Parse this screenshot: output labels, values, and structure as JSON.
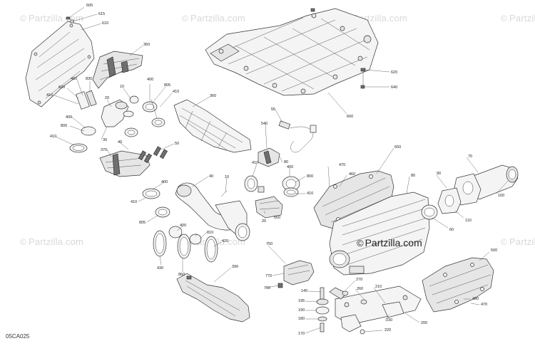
{
  "watermark": "Partzilla.com",
  "watermark_center": "Partzilla.com",
  "diagram_code": "05CA025",
  "callouts": {
    "c605": "605",
    "c615": "615",
    "c610": "610",
    "c360a": "360",
    "c400a": "400",
    "c830": "830",
    "c820": "820",
    "c410a": "410",
    "c400b": "400",
    "c20a": "20",
    "c10a": "10",
    "c400c": "400",
    "c805a": "805",
    "c410b": "410",
    "c800a": "800",
    "c410c": "410",
    "c30": "30",
    "c40": "40",
    "c370": "370",
    "c50": "50",
    "c360b": "360",
    "c55": "55",
    "c540": "540",
    "c620": "620",
    "c640": "640",
    "c600": "600",
    "c410d": "410",
    "c80a": "80",
    "c400d": "400",
    "c800b": "800",
    "c410e": "410",
    "c40b": "40",
    "c10b": "10",
    "c400e": "400",
    "c410f": "410",
    "c805b": "805",
    "c20b": "20",
    "c550": "550",
    "c400f": "400",
    "c810": "810",
    "c420": "420",
    "c430": "430",
    "c860": "860",
    "c390": "390",
    "c650": "650",
    "c470a": "470",
    "c460": "460",
    "c80b": "80",
    "c90": "90",
    "c70": "70",
    "c100": "100",
    "c110": "110",
    "c60": "60",
    "c750": "750",
    "c770": "770",
    "c760": "760",
    "c140": "140",
    "c195": "195",
    "c190": "190",
    "c180": "180",
    "c170": "170",
    "c270": "270",
    "c260": "260",
    "c210": "210",
    "c230": "230",
    "c220": "220",
    "c200": "200",
    "c500": "500",
    "c480": "480",
    "c470b": "470"
  }
}
